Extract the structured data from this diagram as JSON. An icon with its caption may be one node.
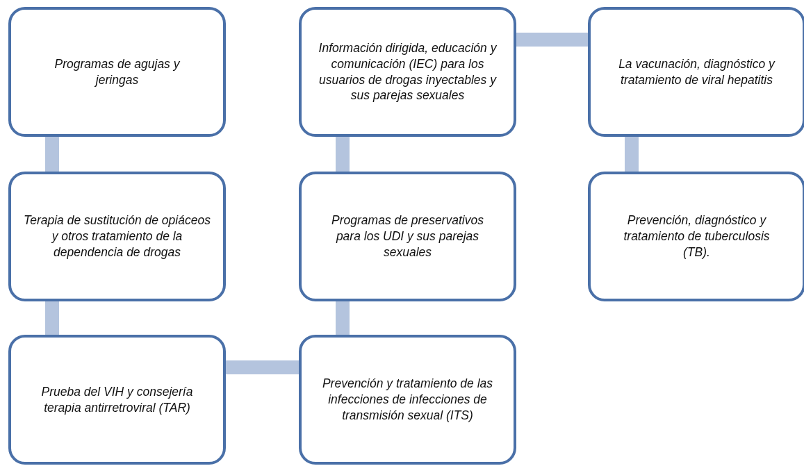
{
  "diagram": {
    "nodes": [
      {
        "text": [
          "Programas de agujas y jeringas"
        ]
      },
      {
        "text": [
          "Información dirigida, educación y comunicación (IEC) para los usuarios de drogas inyectables y sus parejas sexuales"
        ]
      },
      {
        "text": [
          "La vacunación, diagnóstico y tratamiento de viral hepatitis"
        ]
      },
      {
        "text": [
          "Terapia de sustitución de opiáceos  y otros tratamiento de la dependencia de drogas"
        ]
      },
      {
        "text": [
          "Programas de preservativos para los UDI y sus parejas sexuales"
        ]
      },
      {
        "text": [
          "Prevención, diagnóstico y tratamiento de tuberculosis (TB)."
        ]
      },
      {
        "text": [
          "Prueba del VIH y consejería terapia antirretroviral (TAR)"
        ]
      },
      {
        "text": [
          "Prevención y tratamiento de las infecciones de infecciones de transmisión sexual (ITS)"
        ]
      }
    ],
    "edges": [
      {
        "from": 0,
        "to": 3,
        "arrow": "none"
      },
      {
        "from": 3,
        "to": 6,
        "arrow": "none"
      },
      {
        "from": 6,
        "to": 7,
        "arrow": "none"
      },
      {
        "from": 7,
        "to": 4,
        "arrow": "none"
      },
      {
        "from": 4,
        "to": 1,
        "arrow": "none"
      },
      {
        "from": 1,
        "to": 2,
        "arrow": "none"
      },
      {
        "from": 2,
        "to": 5,
        "arrow": "none"
      }
    ]
  }
}
